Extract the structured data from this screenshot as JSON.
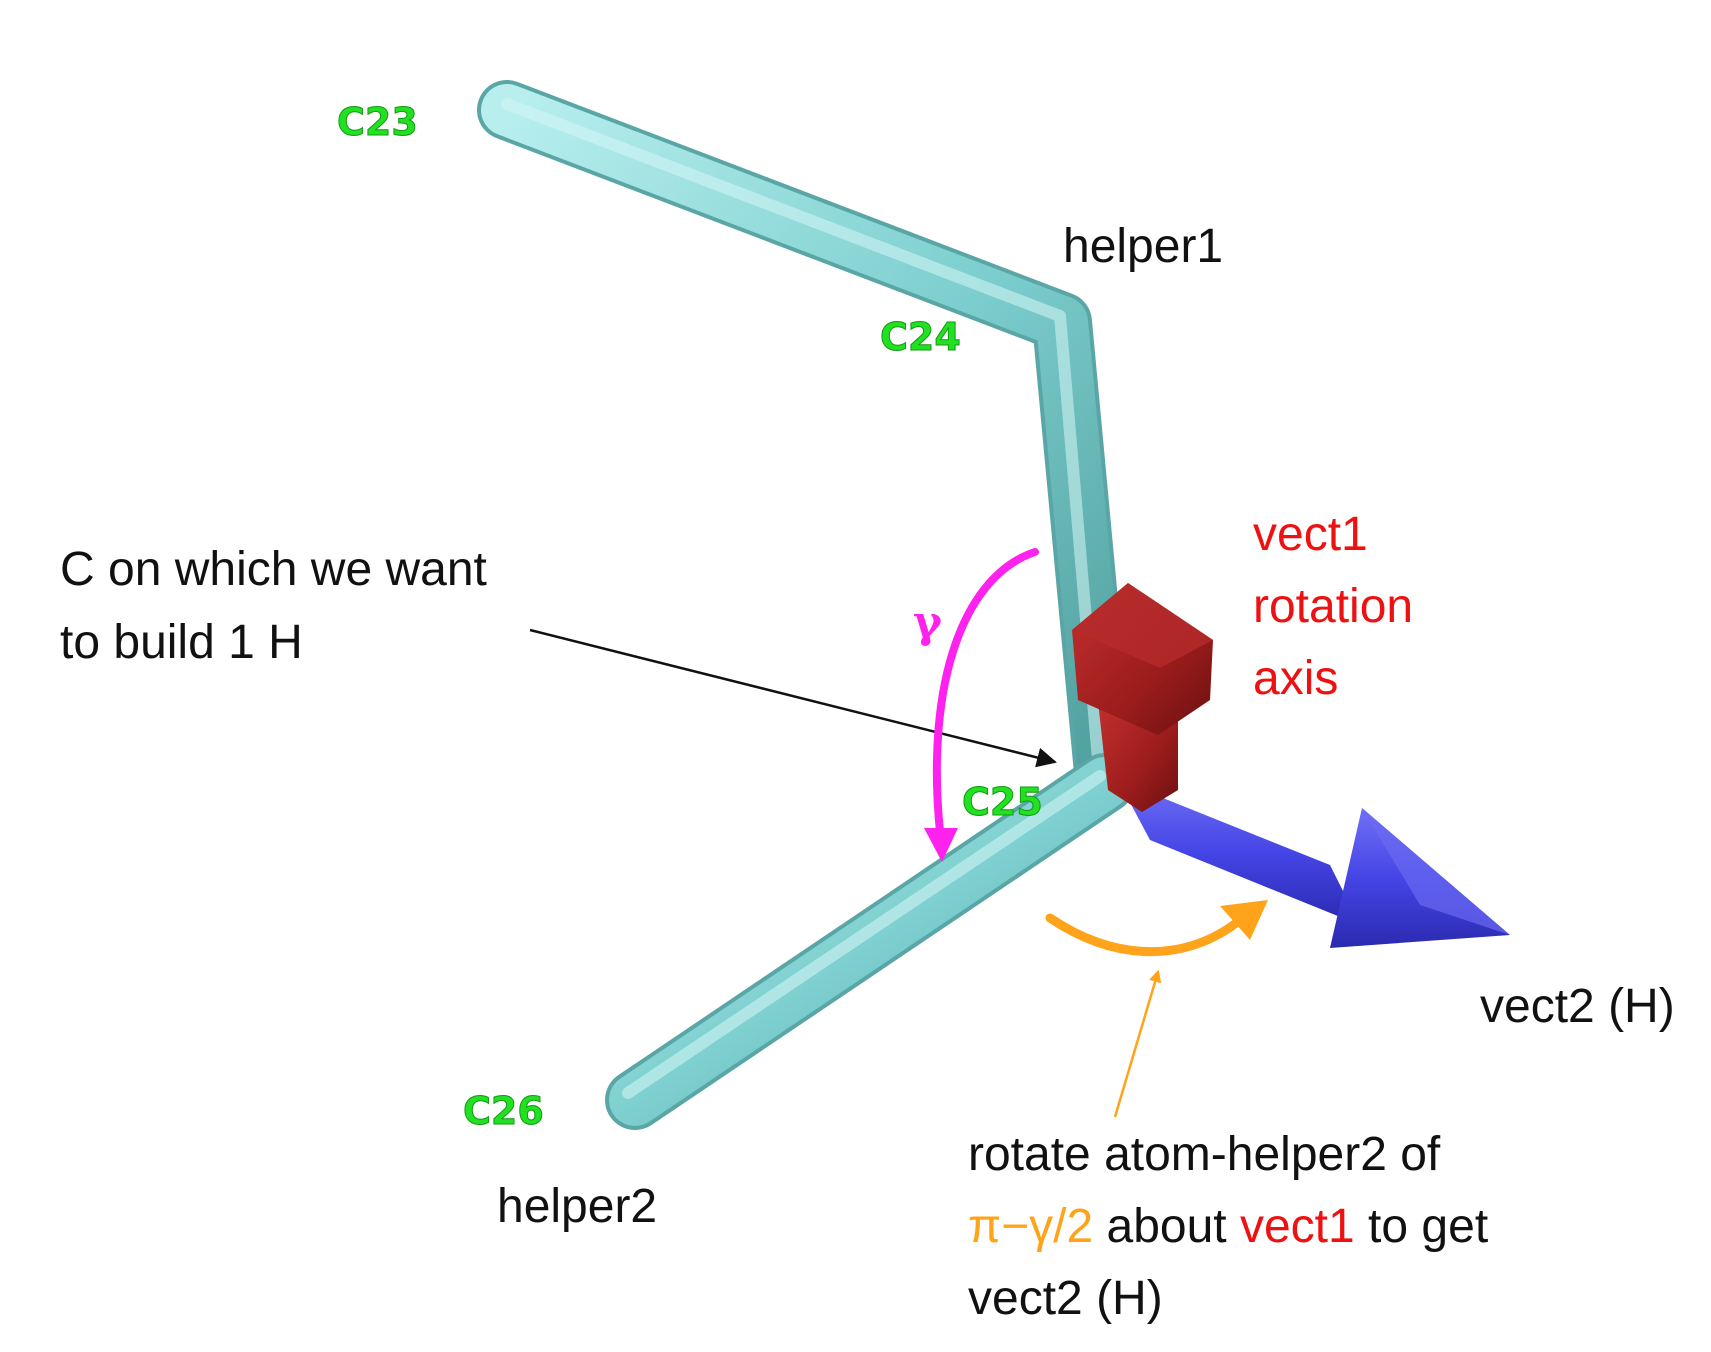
{
  "atoms": {
    "c23": "C23",
    "c24": "C24",
    "c25": "C25",
    "c26": "C26"
  },
  "helpers": {
    "helper1": "helper1",
    "helper2": "helper2"
  },
  "target_note": {
    "line1": "C on which we want",
    "line2": "to build 1 H"
  },
  "gamma_label": "γ",
  "vect1_label": {
    "line1": "vect1",
    "line2": "rotation",
    "line3": "axis"
  },
  "vect2_label": "vect2 (H)",
  "rotate_note": {
    "line1": "rotate atom-helper2 of",
    "angle": "π−γ/2",
    "about": " about ",
    "vect1": "vect1",
    "to_get": " to get",
    "line3": "vect2 (H)"
  },
  "colors": {
    "bond": "#7fd0d0",
    "label_green": "#22e022",
    "vect1": "#ee1111",
    "vect1_arrow": "#9b1c1c",
    "vect2": "#1a1ae6",
    "vect2_arrow": "#4848e8",
    "gamma_arc": "#ff22ee",
    "rotation_arc": "#ffa31a"
  }
}
